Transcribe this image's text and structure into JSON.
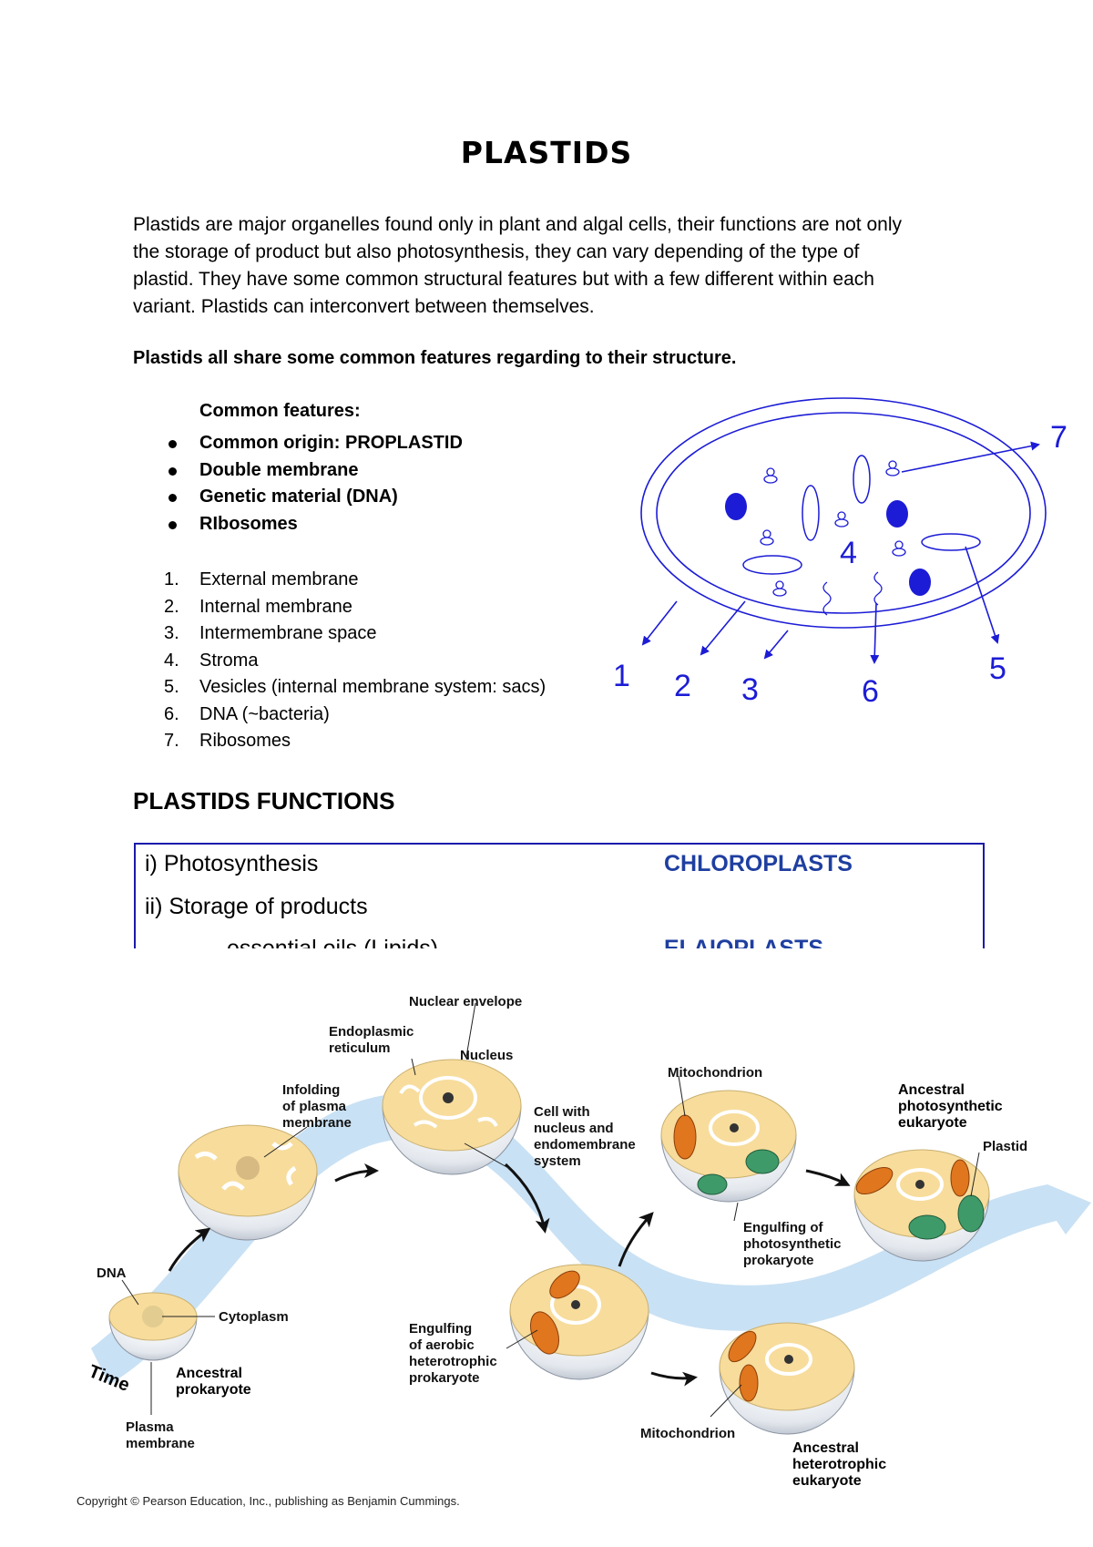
{
  "title": "PLASTIDS",
  "intro": [
    "Plastids are major organelles found only in plant and algal cells, their functions are not only",
    "the storage of product but also photosynthesis, they can vary depending of the type of",
    "plastid. They have some common structural features but with a few different within each",
    "variant.  Plastids can interconvert between themselves."
  ],
  "shared_statement": "Plastids all share some common features regarding to their structure.",
  "common_features": {
    "heading": "Common features:",
    "items": [
      {
        "prefix": "Common origin: ",
        "emphasis": "PROPLASTID"
      },
      {
        "prefix": "Double membrane",
        "emphasis": ""
      },
      {
        "prefix": "Genetic material (DNA)",
        "emphasis": ""
      },
      {
        "prefix": "RIbosomes",
        "emphasis": ""
      }
    ]
  },
  "parts": [
    {
      "n": "1.",
      "label": "External membrane"
    },
    {
      "n": "2.",
      "label": "Internal membrane"
    },
    {
      "n": "3.",
      "label": "Intermembrane space"
    },
    {
      "n": "4.",
      "label": "Stroma"
    },
    {
      "n": "5.",
      "label": "Vesicles (internal membrane system: sacs)"
    },
    {
      "n": "6.",
      "label": "DNA (~bacteria)"
    },
    {
      "n": "7.",
      "label": "Ribosomes"
    }
  ],
  "plastid_diagram": {
    "numbers": [
      "1",
      "2",
      "3",
      "4",
      "5",
      "6",
      "7"
    ],
    "color": "#1c1cd6"
  },
  "functions": {
    "heading": "PLASTIDS FUNCTIONS",
    "rows": [
      {
        "left": "i) Photosynthesis",
        "right": "CHLOROPLASTS"
      },
      {
        "left": "ii) Storage of products",
        "right": ""
      },
      {
        "left": "essential oils (Lipids)",
        "right": "ELAIOPLASTS"
      }
    ],
    "accent": "#1f3fa0"
  },
  "endosymbiosis": {
    "labels": {
      "nuclear_envelope": "Nuclear envelope",
      "endoplasmic_reticulum": [
        "Endoplasmic",
        "reticulum"
      ],
      "nucleus": "Nucleus",
      "infolding": [
        "Infolding",
        "of plasma",
        "membrane"
      ],
      "cell_with_nucleus": [
        "Cell with",
        "nucleus and",
        "endomembrane",
        "system"
      ],
      "mitochondrion_top": "Mitochondrion",
      "ancestral_photosynthetic": [
        "Ancestral",
        "photosynthetic",
        "eukaryote"
      ],
      "plastid": "Plastid",
      "engulfing_photosynthetic": [
        "Engulfing of",
        "photosynthetic",
        "prokaryote"
      ],
      "dna": "DNA",
      "cytoplasm": "Cytoplasm",
      "time": "Time",
      "ancestral_prokaryote": [
        "Ancestral",
        "prokaryote"
      ],
      "plasma_membrane": [
        "Plasma",
        "membrane"
      ],
      "engulfing_aerobic": [
        "Engulfing",
        "of aerobic",
        "heterotrophic",
        "prokaryote"
      ],
      "mitochondrion_bottom": "Mitochondrion",
      "ancestral_heterotrophic": [
        "Ancestral",
        "heterotrophic",
        "eukaryote"
      ]
    },
    "colors": {
      "cytoplasm": "#f7dc9c",
      "mitochondrion": "#e0761e",
      "plastid": "#3f9a6a",
      "band": "#bfdcf2"
    }
  },
  "copyright": "Copyright © Pearson Education, Inc., publishing as Benjamin Cummings."
}
